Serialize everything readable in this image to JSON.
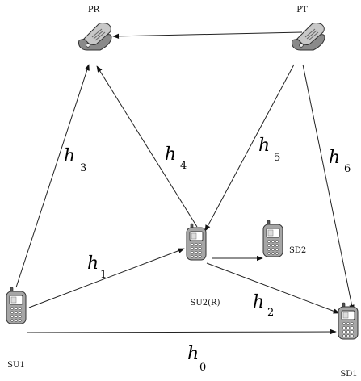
{
  "nodes": {
    "PR": {
      "label": "PR",
      "icon": "flip-phone-icon"
    },
    "PT": {
      "label": "PT",
      "icon": "flip-phone-icon"
    },
    "SU1": {
      "label": "SU1",
      "icon": "mobile-phone-icon"
    },
    "SU2": {
      "label": "SU2(R)",
      "icon": "mobile-phone-icon"
    },
    "SD1": {
      "label": "SD1",
      "icon": "mobile-phone-icon"
    },
    "SD2": {
      "label": "SD2",
      "icon": "mobile-phone-icon"
    }
  },
  "channels": [
    {
      "id": "h0",
      "base": "h",
      "sub": "0",
      "from": "SU1",
      "to": "SD1"
    },
    {
      "id": "h1",
      "base": "h",
      "sub": "1",
      "from": "SU1",
      "to": "SU2"
    },
    {
      "id": "h2",
      "base": "h",
      "sub": "2",
      "from": "SU2",
      "to": "SD1"
    },
    {
      "id": "h3",
      "base": "h",
      "sub": "3",
      "from": "SU1",
      "to": "PR"
    },
    {
      "id": "h4",
      "base": "h",
      "sub": "4",
      "from": "SU2",
      "to": "PR"
    },
    {
      "id": "h5",
      "base": "h",
      "sub": "5",
      "from": "PT",
      "to": "SU2"
    },
    {
      "id": "h6",
      "base": "h",
      "sub": "6",
      "from": "PT",
      "to": "SD1"
    }
  ],
  "extra_links": [
    {
      "from": "PT",
      "to": "PR"
    },
    {
      "from": "SU2",
      "to": "SD2"
    }
  ]
}
